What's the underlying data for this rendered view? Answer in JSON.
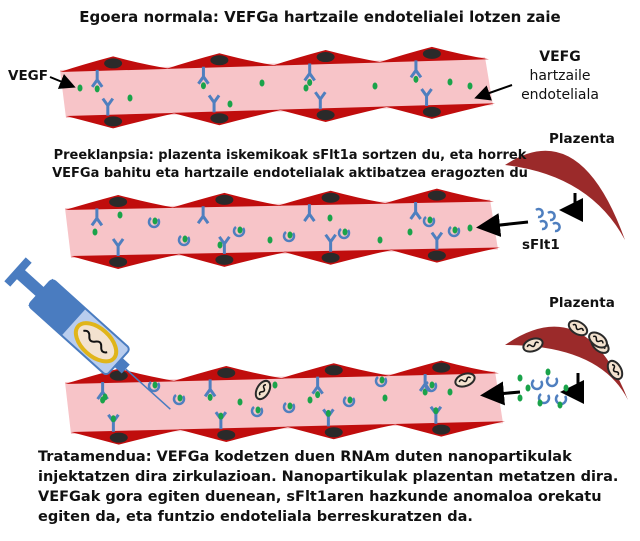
{
  "panel_normal": {
    "title": "Egoera normala: VEFGa hartzaile endotelialei lotzen zaie",
    "vegf_label": "VEGF",
    "receptor_label": [
      "VEFG",
      "hartzaile",
      "endoteliala"
    ]
  },
  "panel_preeclampsia": {
    "title_lines": [
      "Preeklanpsia: plazenta iskemikoak sFlt1a sortzen du, eta horrek",
      "VEFGa bahitu eta hartzaile endotelialak aktibatzea eragozten du"
    ],
    "placenta_label": "Plazenta",
    "sflt1_label": "sFlt1"
  },
  "panel_treatment": {
    "placenta_label": "Plazenta",
    "caption_lines": [
      "Tratamendua: VEFGa kodetzen duen RNAm duten nanopartikulak",
      "injektatzen dira zirkulazioan. Nanopartikulak plazentan metatzen dira.",
      "VEFGak gora egiten duenean, sFlt1aren hazkunde anomaloa orekatu",
      "egiten da, eta funtzio endoteliala berreskuratzen da."
    ]
  },
  "colors": {
    "vessel_wall": "#c00d0d",
    "lumen": "#f7c4c8",
    "receptor": "#4f7fbf",
    "vegf": "#1aa34a",
    "placenta": "#9b2a2a",
    "nucleus": "#2a2a2a"
  }
}
